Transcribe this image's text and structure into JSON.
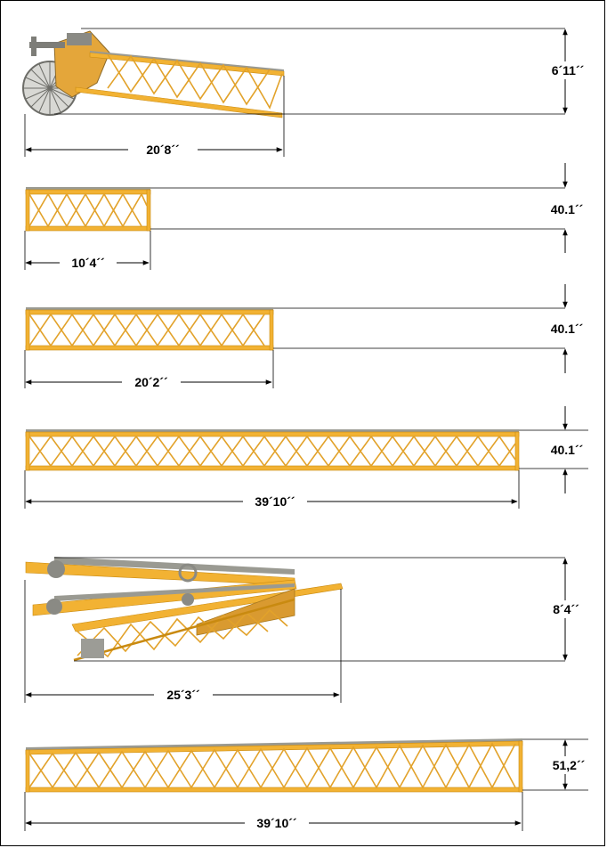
{
  "diagram": {
    "colors": {
      "boom": "#f2b233",
      "boom_edge": "#c98a10",
      "lacing": "#e2a22a",
      "rail": "#9a9a92",
      "machinery": "#7d7d78",
      "dimension_lines": "#000000"
    },
    "sections": [
      {
        "id": "jib-head",
        "length_label": "20´8´´",
        "height_label": "6´11´´"
      },
      {
        "id": "section-10-4",
        "length_label": "10´4´´",
        "height_label": "40.1´´"
      },
      {
        "id": "section-20-2",
        "length_label": "20´2´´",
        "height_label": "40.1´´"
      },
      {
        "id": "section-39-10",
        "length_label": "39´10´´",
        "height_label": "40.1´´"
      },
      {
        "id": "folded-jib-foot",
        "length_label": "25´3´´",
        "height_label": "8´4´´"
      },
      {
        "id": "section-39-10-b",
        "length_label": "39´10´´",
        "height_label": "51,2´´"
      }
    ]
  }
}
